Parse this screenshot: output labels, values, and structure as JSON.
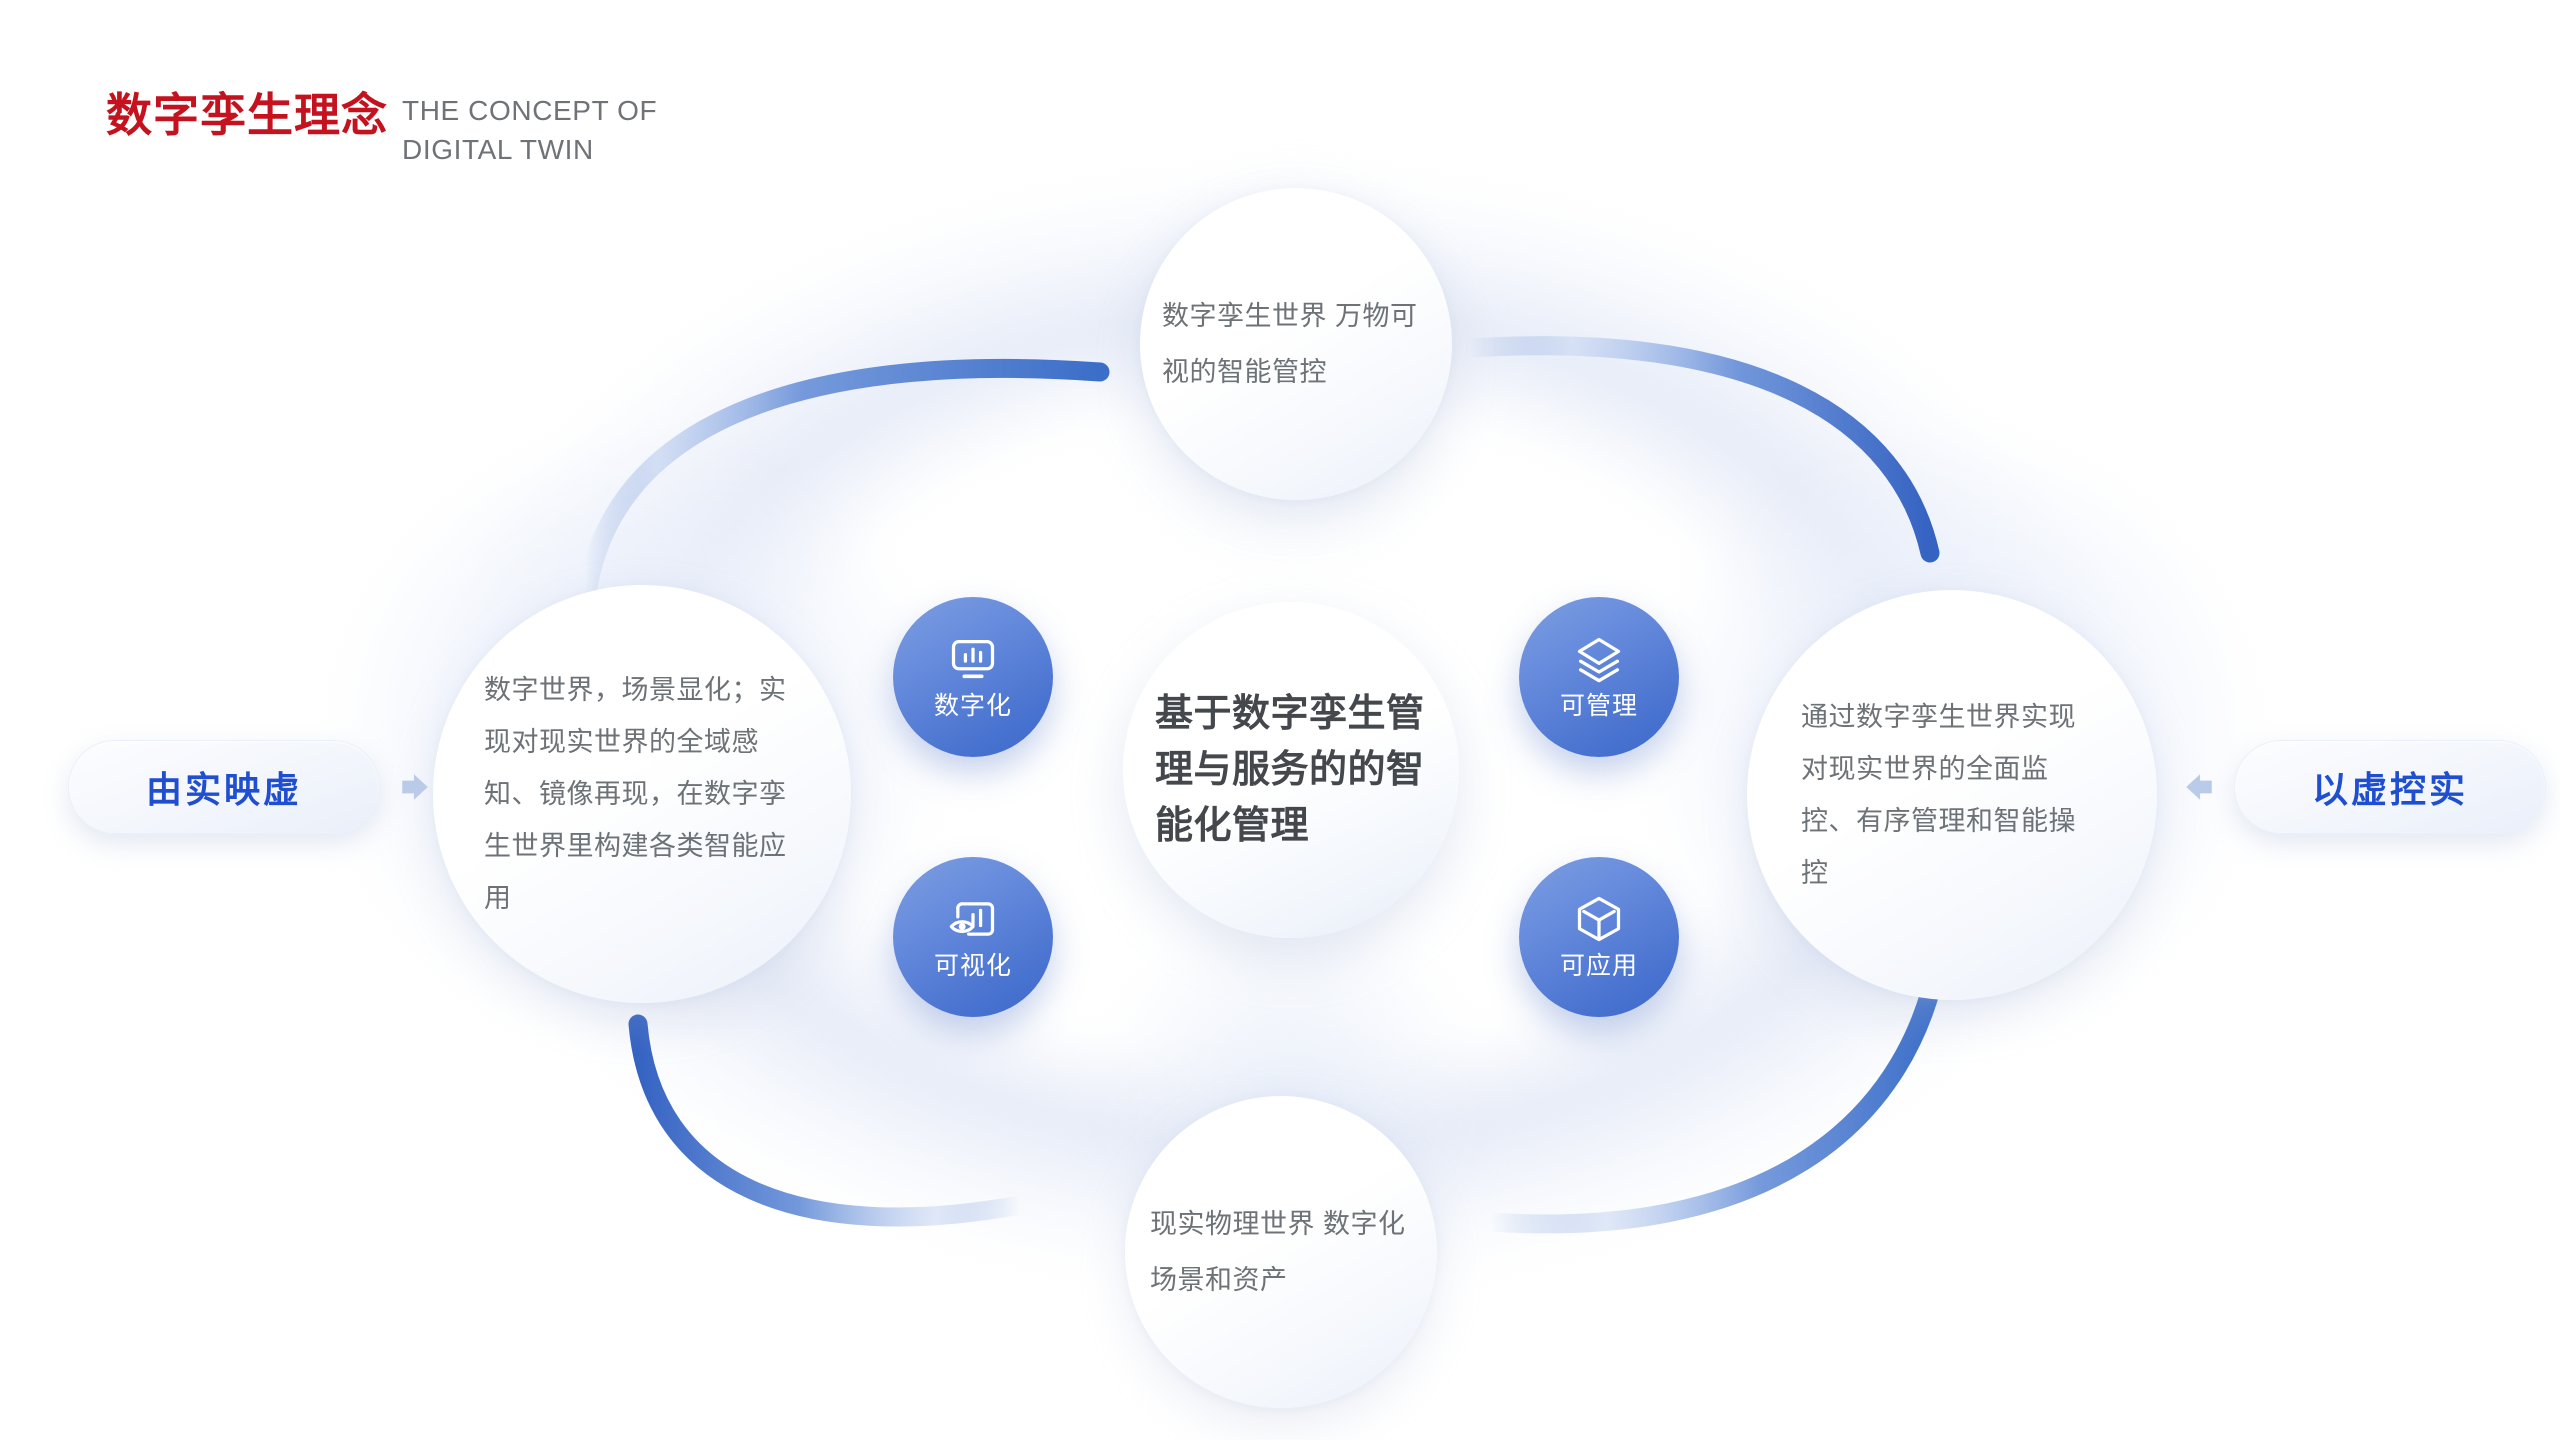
{
  "header": {
    "title_cn": "数字孪生理念",
    "title_en_line1": "THE CONCEPT OF",
    "title_en_line2": "DIGITAL TWIN",
    "title_color": "#c4121f",
    "subtitle_color": "#6f7277"
  },
  "pills": {
    "left": {
      "label": "由实映虚",
      "arrow_icon": "arrow-right-icon",
      "text_color": "#1f4fd0"
    },
    "right": {
      "label": "以虚控实",
      "arrow_icon": "arrow-left-icon",
      "text_color": "#1f4fd0"
    }
  },
  "circles": {
    "center": {
      "text": "基于数字孪生管理与服务的的智能化管理",
      "text_color": "#44484d"
    },
    "left": {
      "text": "数字世界，场景显化；实现对现实世界的全域感知、镜像再现，在数字孪生世界里构建各类智能应用",
      "text_color": "#6d7277"
    },
    "right": {
      "text": "通过数字孪生世界实现对现实世界的全面监控、有序管理和智能操控",
      "text_color": "#6d7277"
    },
    "top": {
      "text": "数字孪生世界 万物可视的智能管控",
      "text_color": "#6d7277"
    },
    "bottom": {
      "text": "现实物理世界 数字化场景和资产",
      "text_color": "#6d7277"
    }
  },
  "badges": [
    {
      "label": "数字化",
      "icon": "monitor-bar-chart-icon",
      "position": "upper-left"
    },
    {
      "label": "可视化",
      "icon": "eye-chart-icon",
      "position": "lower-left"
    },
    {
      "label": "可管理",
      "icon": "layers-icon",
      "position": "upper-right"
    },
    {
      "label": "可应用",
      "icon": "cube-icon",
      "position": "lower-right"
    }
  ],
  "colors": {
    "badge_gradient_start": "#7d9ee0",
    "badge_gradient_end": "#3e68ca",
    "arc_solid_blue": "#3b6ec8",
    "arc_fade_blue": "#cfdcf3",
    "background": "#ffffff"
  }
}
